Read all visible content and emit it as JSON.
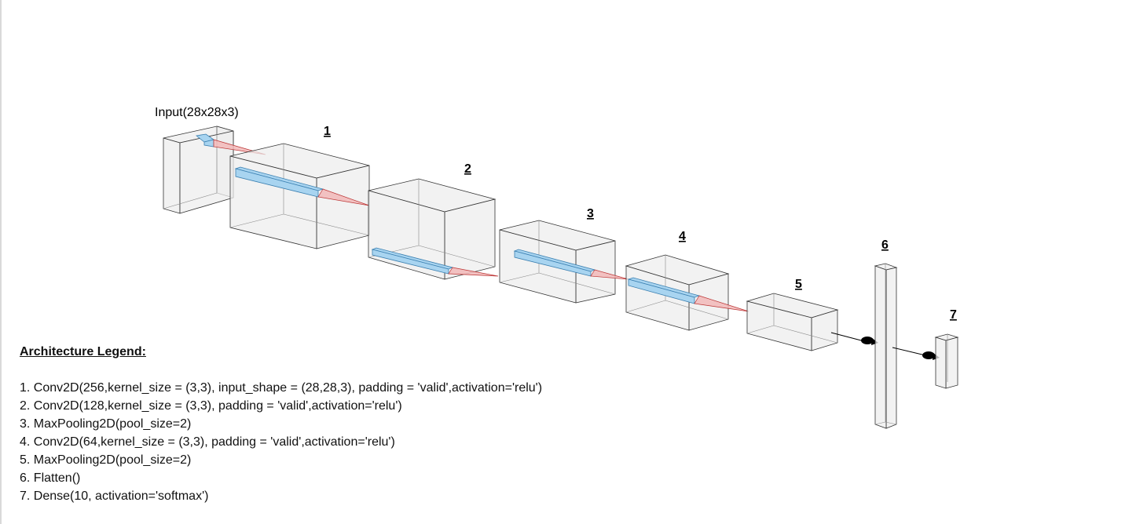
{
  "diagram": {
    "input_label": "Input(28x28x3)",
    "layer_labels": [
      "1",
      "2",
      "3",
      "4",
      "5",
      "6",
      "7"
    ]
  },
  "legend": {
    "title": "Architecture Legend:",
    "items": [
      "1. Conv2D(256,kernel_size = (3,3), input_shape = (28,28,3), padding = 'valid',activation='relu')",
      "2. Conv2D(128,kernel_size = (3,3), padding = 'valid',activation='relu')",
      "3. MaxPooling2D(pool_size=2)",
      "4. Conv2D(64,kernel_size = (3,3), padding = 'valid',activation='relu')",
      "5. MaxPooling2D(pool_size=2)",
      "6. Flatten()",
      "7. Dense(10, activation='softmax')"
    ]
  },
  "colors": {
    "kernel_fill": "#a8d4f0",
    "cone_fill": "#f2b8b8",
    "box_fill": "#eeeeee"
  }
}
